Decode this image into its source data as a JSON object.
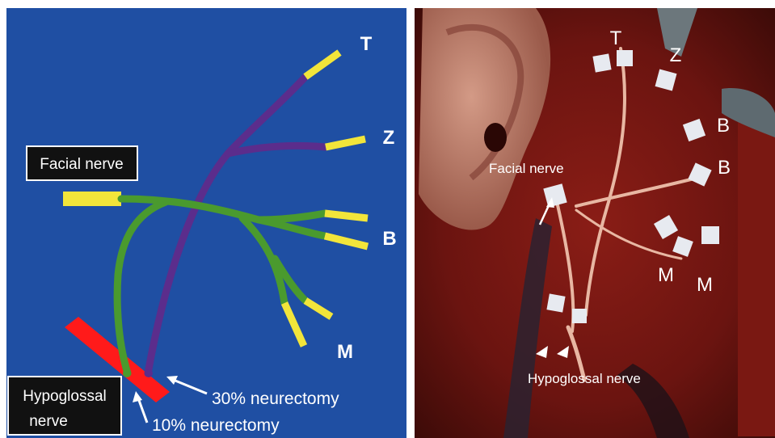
{
  "diagram": {
    "labels": {
      "facial_nerve": "Facial nerve",
      "hypoglossal_line1": "Hypoglossal",
      "hypoglossal_line2": "nerve",
      "branch_t": "T",
      "branch_z": "Z",
      "branch_b": "B",
      "branch_m": "M",
      "neurectomy_30": "30% neurectomy",
      "neurectomy_10": "10% neurectomy"
    },
    "colors": {
      "background": "#1f4fa3",
      "facial_nerve": "#4a9a2e",
      "donor_graft": "#5b2d8c",
      "nerve_ends": "#f2e53a",
      "hypoglossal": "#ff1a1a",
      "label_box": "#111111",
      "label_text": "#ffffff"
    }
  },
  "photo": {
    "labels": {
      "branch_t": "T",
      "branch_z": "Z",
      "branch_b1": "B",
      "branch_b2": "B",
      "branch_m1": "M",
      "branch_m2": "M",
      "facial_nerve": "Facial nerve",
      "hypoglossal_nerve": "Hypoglossal nerve"
    }
  }
}
